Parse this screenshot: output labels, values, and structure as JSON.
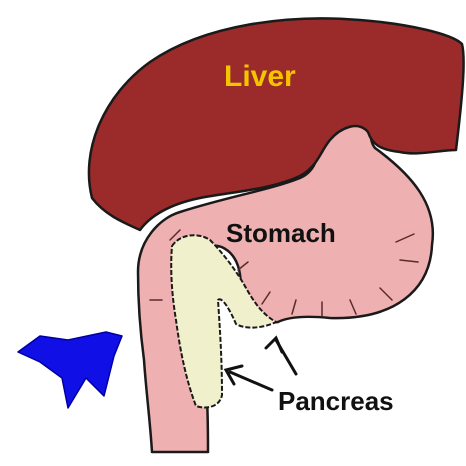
{
  "labels": {
    "liver": "Liver",
    "stomach": "Stomach",
    "pancreas": "Pancreas"
  },
  "colors": {
    "liver_fill": "#9b2a2a",
    "liver_label": "#f5c400",
    "stomach_fill": "#eeb0b0",
    "pancreas_fill": "#f1f0cc",
    "outline": "#1a1a1a",
    "arrow_fill": "#1010e6",
    "text": "#111111"
  },
  "icons": {
    "pointer": "blue-arrow-icon",
    "callouts": "arrow-icon"
  }
}
